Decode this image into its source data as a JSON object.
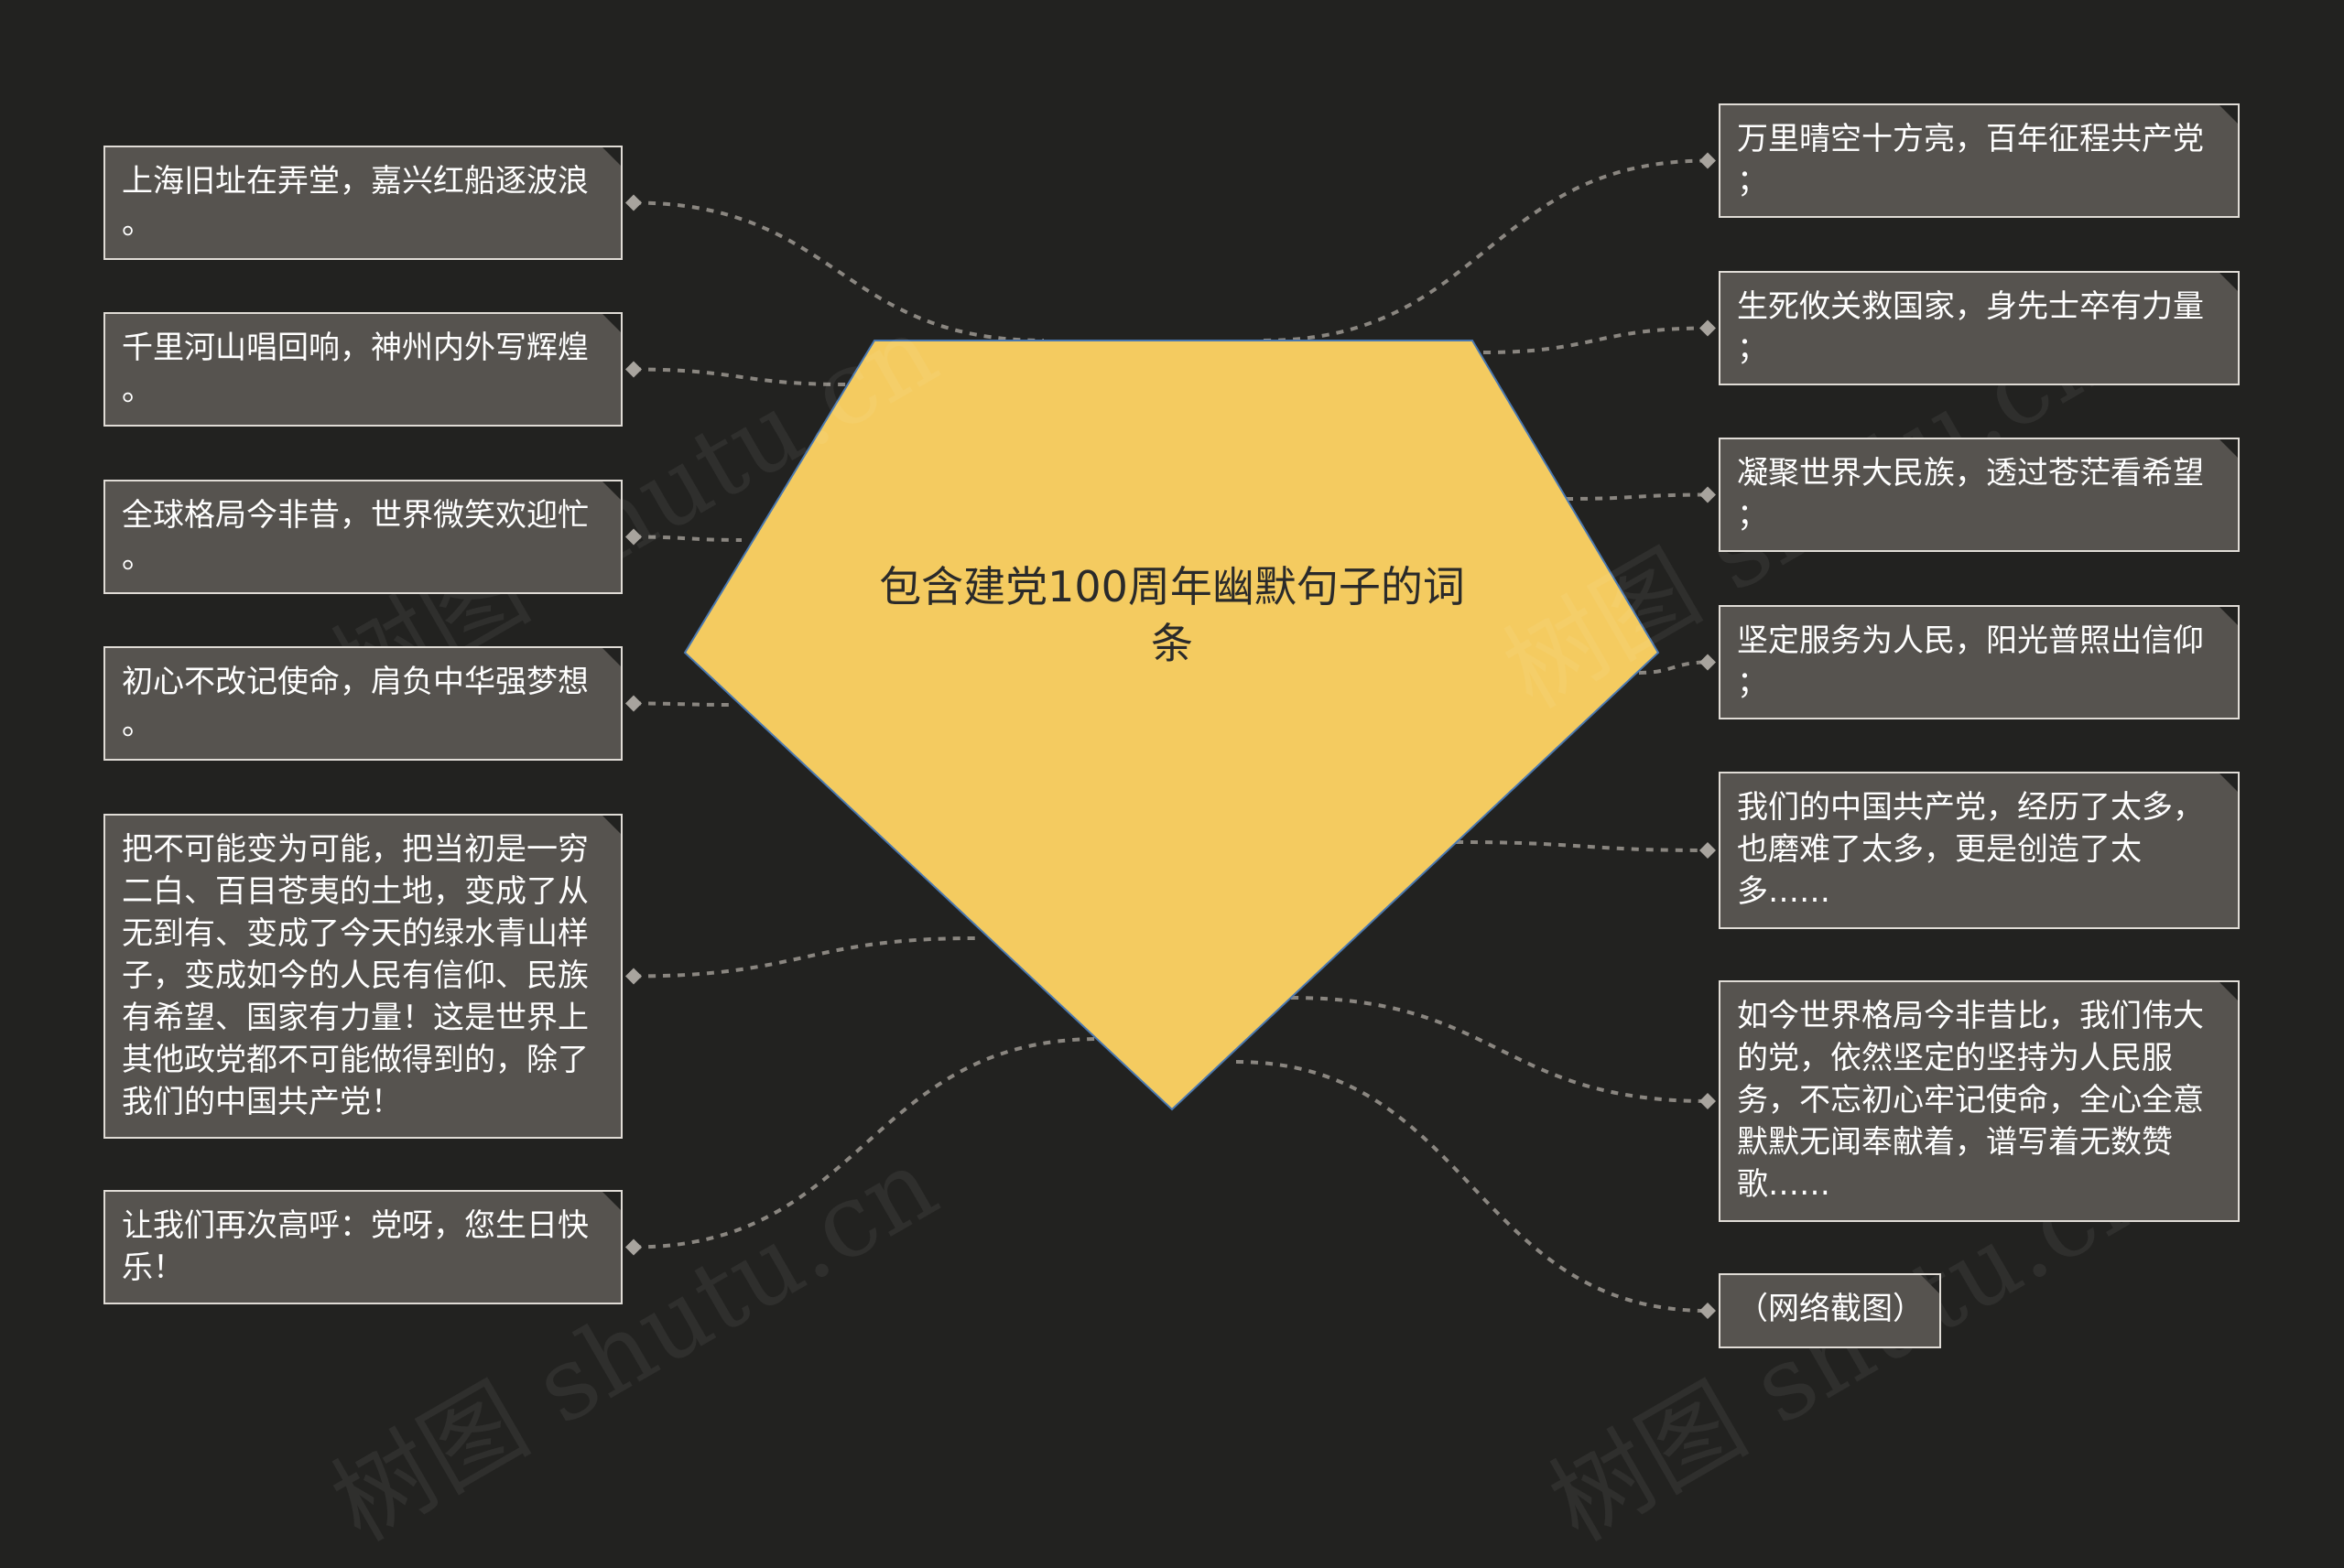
{
  "center": {
    "title": "包含建党100周年幽默句子的词条"
  },
  "left_nodes": [
    "上海旧址在弄堂，嘉兴红船逐波浪\n。",
    "千里河山唱回响，神州内外写辉煌\n。",
    "全球格局今非昔，世界微笑欢迎忙\n。",
    "初心不改记使命，肩负中华强梦想\n。",
    "把不可能变为可能，把当初是一穷二白、百目苍夷的土地，变成了从无到有、变成了今天的绿水青山样子，变成如今的人民有信仰、民族有希望、国家有力量！这是世界上其他政党都不可能做得到的，除了我们的中国共产党！",
    "让我们再次高呼：党呀，您生日快乐！"
  ],
  "right_nodes": [
    "万里晴空十方亮，百年征程共产党\n；",
    "生死攸关救国家，身先士卒有力量\n；",
    "凝聚世界大民族，透过苍茫看希望\n；",
    "坚定服务为人民，阳光普照出信仰\n；",
    "我们的中国共产党，经历了太多，也磨难了太多，更是创造了太多……",
    "如今世界格局今非昔比，我们伟大的党，依然坚定的坚持为人民服务，不忘初心牢记使命，全心全意默默无闻奉献着，谱写着无数赞歌……",
    "（网络截图）"
  ],
  "watermark": [
    "树图 shutu.cn",
    "树图 shutu.cn",
    "树图 shutu.cn",
    "树图 shutu.cn"
  ],
  "colors": {
    "background": "#222220",
    "center_fill": "#f4cb60",
    "center_stroke": "#4a78b0",
    "node_fill": "#56534f",
    "node_border": "#e0dcd6",
    "connector": "#8a8680"
  }
}
